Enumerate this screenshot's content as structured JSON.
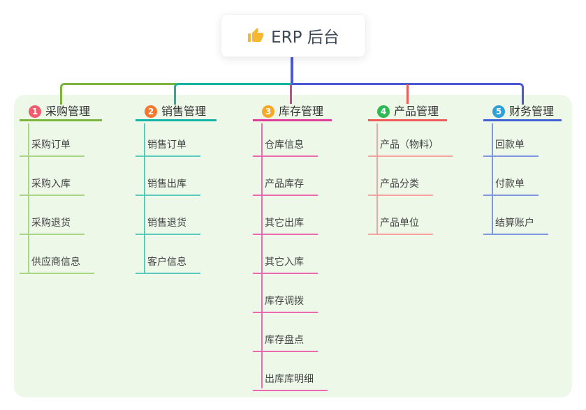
{
  "root": {
    "label": "ERP 后台",
    "icon": "thumbs-up-icon",
    "icon_color": "#f7b731",
    "stem_color": "#4a5ad6"
  },
  "panel": {
    "background": "#edf8e9"
  },
  "branches": [
    {
      "badge": "1",
      "label": "采购管理",
      "color": "#7cb53e",
      "child_color": "#a9d584",
      "badge_color": "#f15b6c",
      "children": [
        "采购订单",
        "采购入库",
        "采购退货",
        "供应商信息"
      ]
    },
    {
      "badge": "2",
      "label": "销售管理",
      "color": "#14b3a4",
      "child_color": "#5bcabc",
      "badge_color": "#f4772f",
      "children": [
        "销售订单",
        "销售出库",
        "销售退货",
        "客户信息"
      ]
    },
    {
      "badge": "3",
      "label": "库存管理",
      "color": "#de3d97",
      "child_color": "#ec6bae",
      "badge_color": "#f9a825",
      "children": [
        "仓库信息",
        "产品库存",
        "其它出库",
        "其它入库",
        "库存调拨",
        "库存盘点",
        "出库库明细"
      ]
    },
    {
      "badge": "4",
      "label": "产品管理",
      "color": "#f15a58",
      "child_color": "#f7a29f",
      "badge_color": "#2eb956",
      "children": [
        "产品（物料）",
        "产品分类",
        "产品单位"
      ]
    },
    {
      "badge": "5",
      "label": "财务管理",
      "color": "#4160d2",
      "child_color": "#7f97df",
      "badge_color": "#2da0d9",
      "children": [
        "回款单",
        "付款单",
        "结算账户"
      ]
    }
  ]
}
